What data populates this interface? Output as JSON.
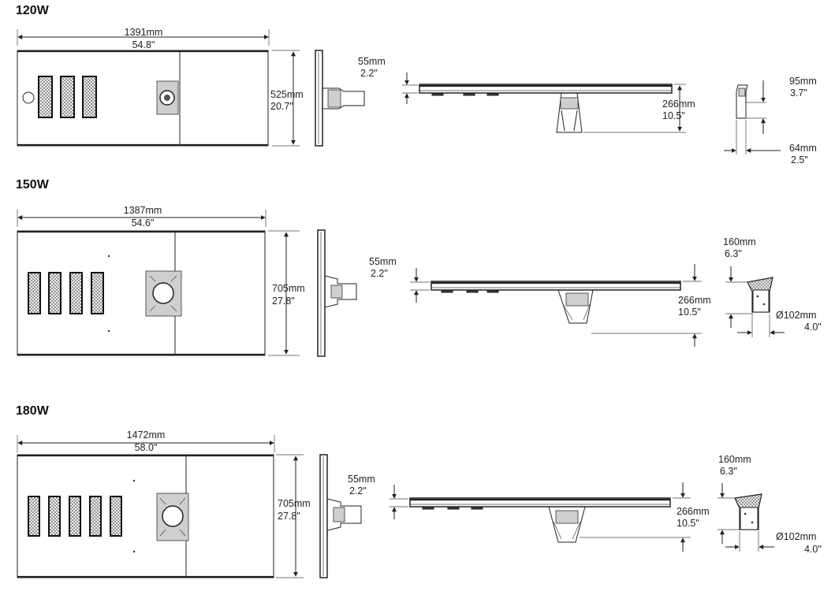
{
  "sections": [
    {
      "title": "120W",
      "width_mm": "1391mm",
      "width_in": "54.8\"",
      "height_mm": "525mm",
      "height_in": "20.7\"",
      "side_gap_mm": "55mm",
      "side_gap_in": "2.2\"",
      "drop_mm": "266mm",
      "drop_in": "10.5\"",
      "bracket_h_mm": "95mm",
      "bracket_h_in": "3.7\"",
      "bracket_w_mm": "64mm",
      "bracket_w_in": "2.5\"",
      "led_modules": 3
    },
    {
      "title": "150W",
      "width_mm": "1387mm",
      "width_in": "54.6\"",
      "height_mm": "705mm",
      "height_in": "27.8\"",
      "side_gap_mm": "55mm",
      "side_gap_in": "2.2\"",
      "drop_mm": "266mm",
      "drop_in": "10.5\"",
      "bracket_h_mm": "160mm",
      "bracket_h_in": "6.3\"",
      "bracket_w_mm": "Ø102mm",
      "bracket_w_in": "4.0\"",
      "led_modules": 4
    },
    {
      "title": "180W",
      "width_mm": "1472mm",
      "width_in": "58.0\"",
      "height_mm": "705mm",
      "height_in": "27.8\"",
      "side_gap_mm": "55mm",
      "side_gap_in": "2.2\"",
      "drop_mm": "266mm",
      "drop_in": "10.5\"",
      "bracket_h_mm": "160mm",
      "bracket_h_in": "6.3\"",
      "bracket_w_mm": "Ø102mm",
      "bracket_w_in": "4.0\"",
      "led_modules": 5
    }
  ]
}
